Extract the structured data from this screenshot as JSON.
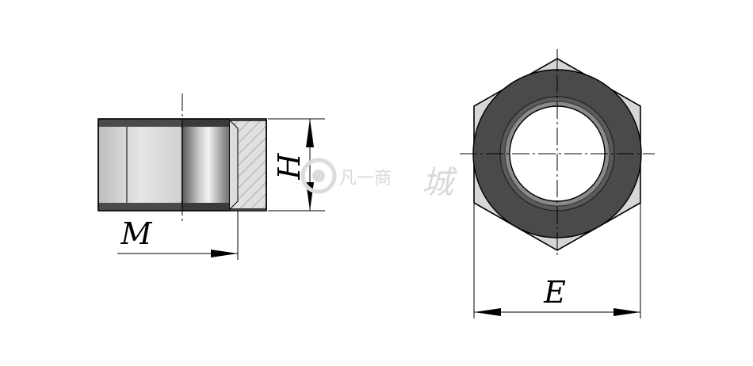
{
  "labels": {
    "nominal_diameter": "M",
    "height": "H",
    "width_across_corners": "E"
  },
  "watermark": {
    "text": "凡一商",
    "glyph": "城"
  },
  "colors": {
    "outline": "#000000",
    "body_dark": "#4a4a4a",
    "body_light": "#d0d0d0",
    "section_fill": "#dedede",
    "watermark": "#d9d9d9"
  }
}
